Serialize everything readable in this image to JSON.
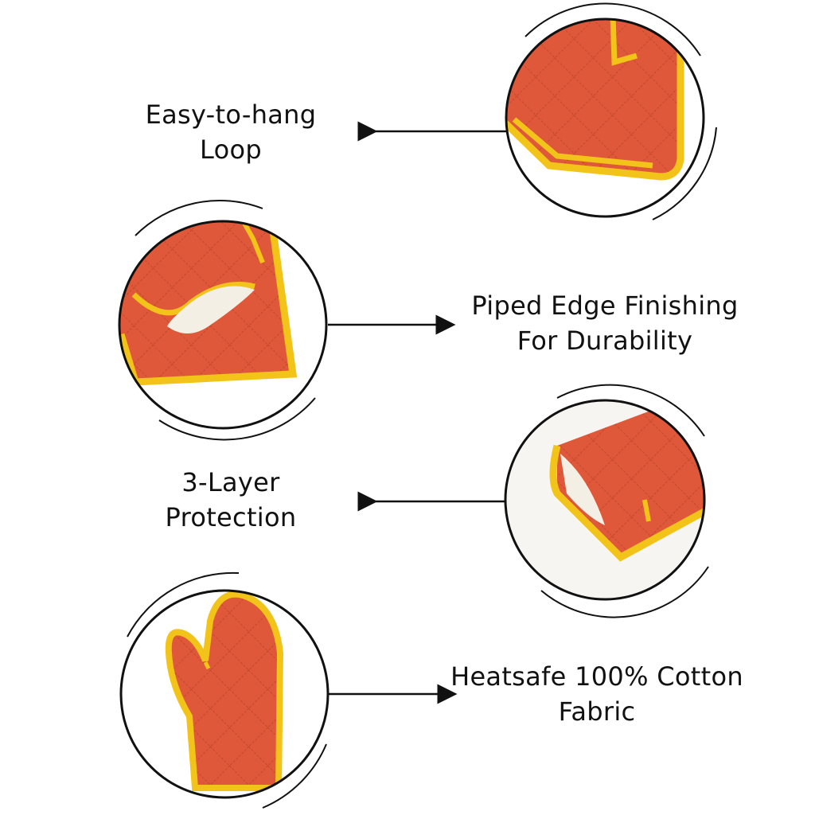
{
  "features": [
    {
      "line1": "Easy-to-hang",
      "line2": "Loop"
    },
    {
      "line1": "Piped Edge Finishing",
      "line2": "For Durability"
    },
    {
      "line1": "3-Layer",
      "line2": "Protection"
    },
    {
      "line1": "Heatsafe 100% Cotton",
      "line2": "Fabric"
    }
  ],
  "colors": {
    "fabric": "#e0583a",
    "fabric_dark": "#c94a2e",
    "piping": "#f2c318",
    "lining": "#f3efe4",
    "ink": "#111111"
  },
  "icons": [
    "loop-detail",
    "piped-edge-detail",
    "layer-detail",
    "oven-mitt-full"
  ]
}
